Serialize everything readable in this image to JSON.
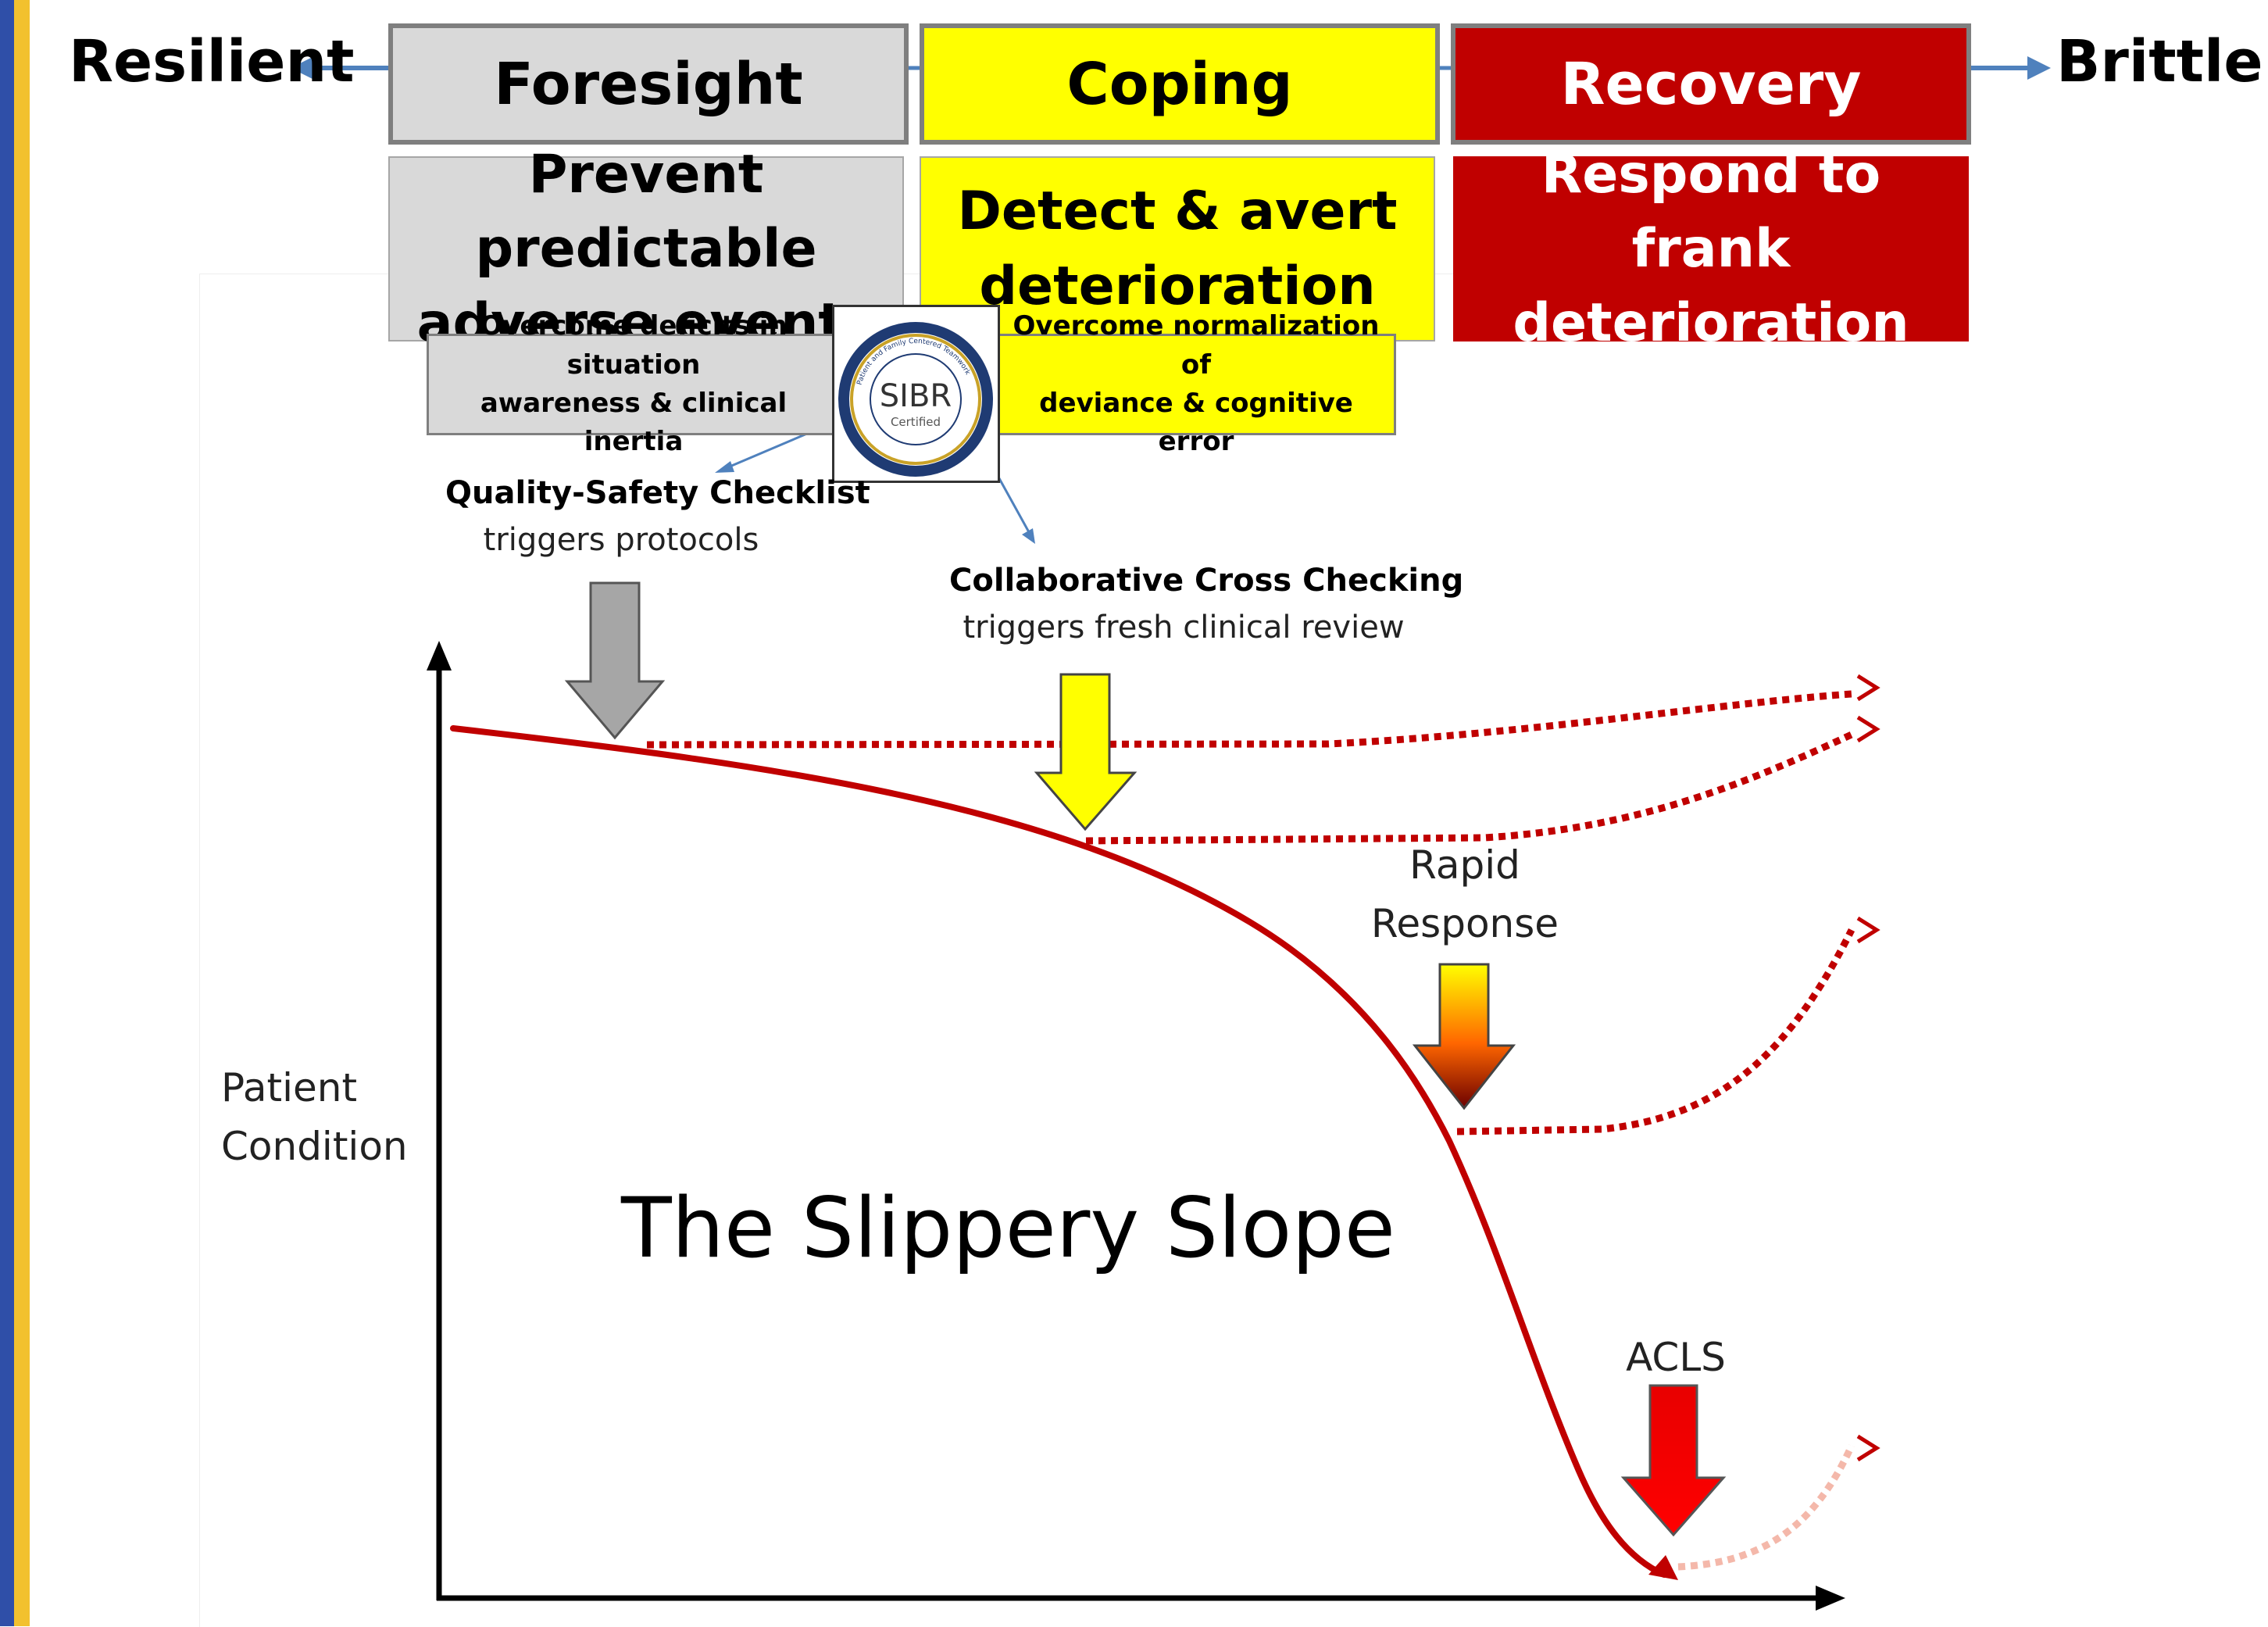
{
  "endpoints": {
    "left": "Resilient",
    "right": "Brittle"
  },
  "phases": [
    {
      "label": "Foresight",
      "goal": [
        "Prevent predictable",
        "adverse events"
      ],
      "detail": [
        "Overcome deficits in situation",
        "awareness & clinical inertia"
      ]
    },
    {
      "label": "Coping",
      "goal": [
        "Detect & avert",
        "deterioration"
      ],
      "detail": [
        "Overcome normalization of",
        "deviance & cognitive error"
      ]
    },
    {
      "label": "Recovery",
      "goal": [
        "Respond to frank",
        "deterioration"
      ]
    }
  ],
  "logo": {
    "text": "SIBR",
    "sub": "Certified",
    "ring_text": "Patient and Family Centered Teamwork"
  },
  "interventions": [
    {
      "title": "Quality-Safety Checklist",
      "subtitle": "triggers protocols"
    },
    {
      "title": "Collaborative Cross Checking",
      "subtitle": "triggers  fresh clinical review"
    },
    {
      "title": [
        "Rapid",
        "Response"
      ]
    },
    {
      "title": "ACLS"
    }
  ],
  "axis": {
    "y_label": [
      "Patient",
      "Condition"
    ]
  },
  "main_title": "The Slippery Slope",
  "colors": {
    "foresight": "#d9d9d9",
    "coping": "#ffff00",
    "recovery": "#c00000",
    "curve": "#c00000",
    "connector": "#4f81bd",
    "stripe_blue": "#2f4fa8",
    "stripe_gold": "#f2c12e"
  },
  "icons": [
    "arrow-left-icon",
    "arrow-right-icon",
    "down-arrow-icon",
    "chevron-right-icon"
  ]
}
